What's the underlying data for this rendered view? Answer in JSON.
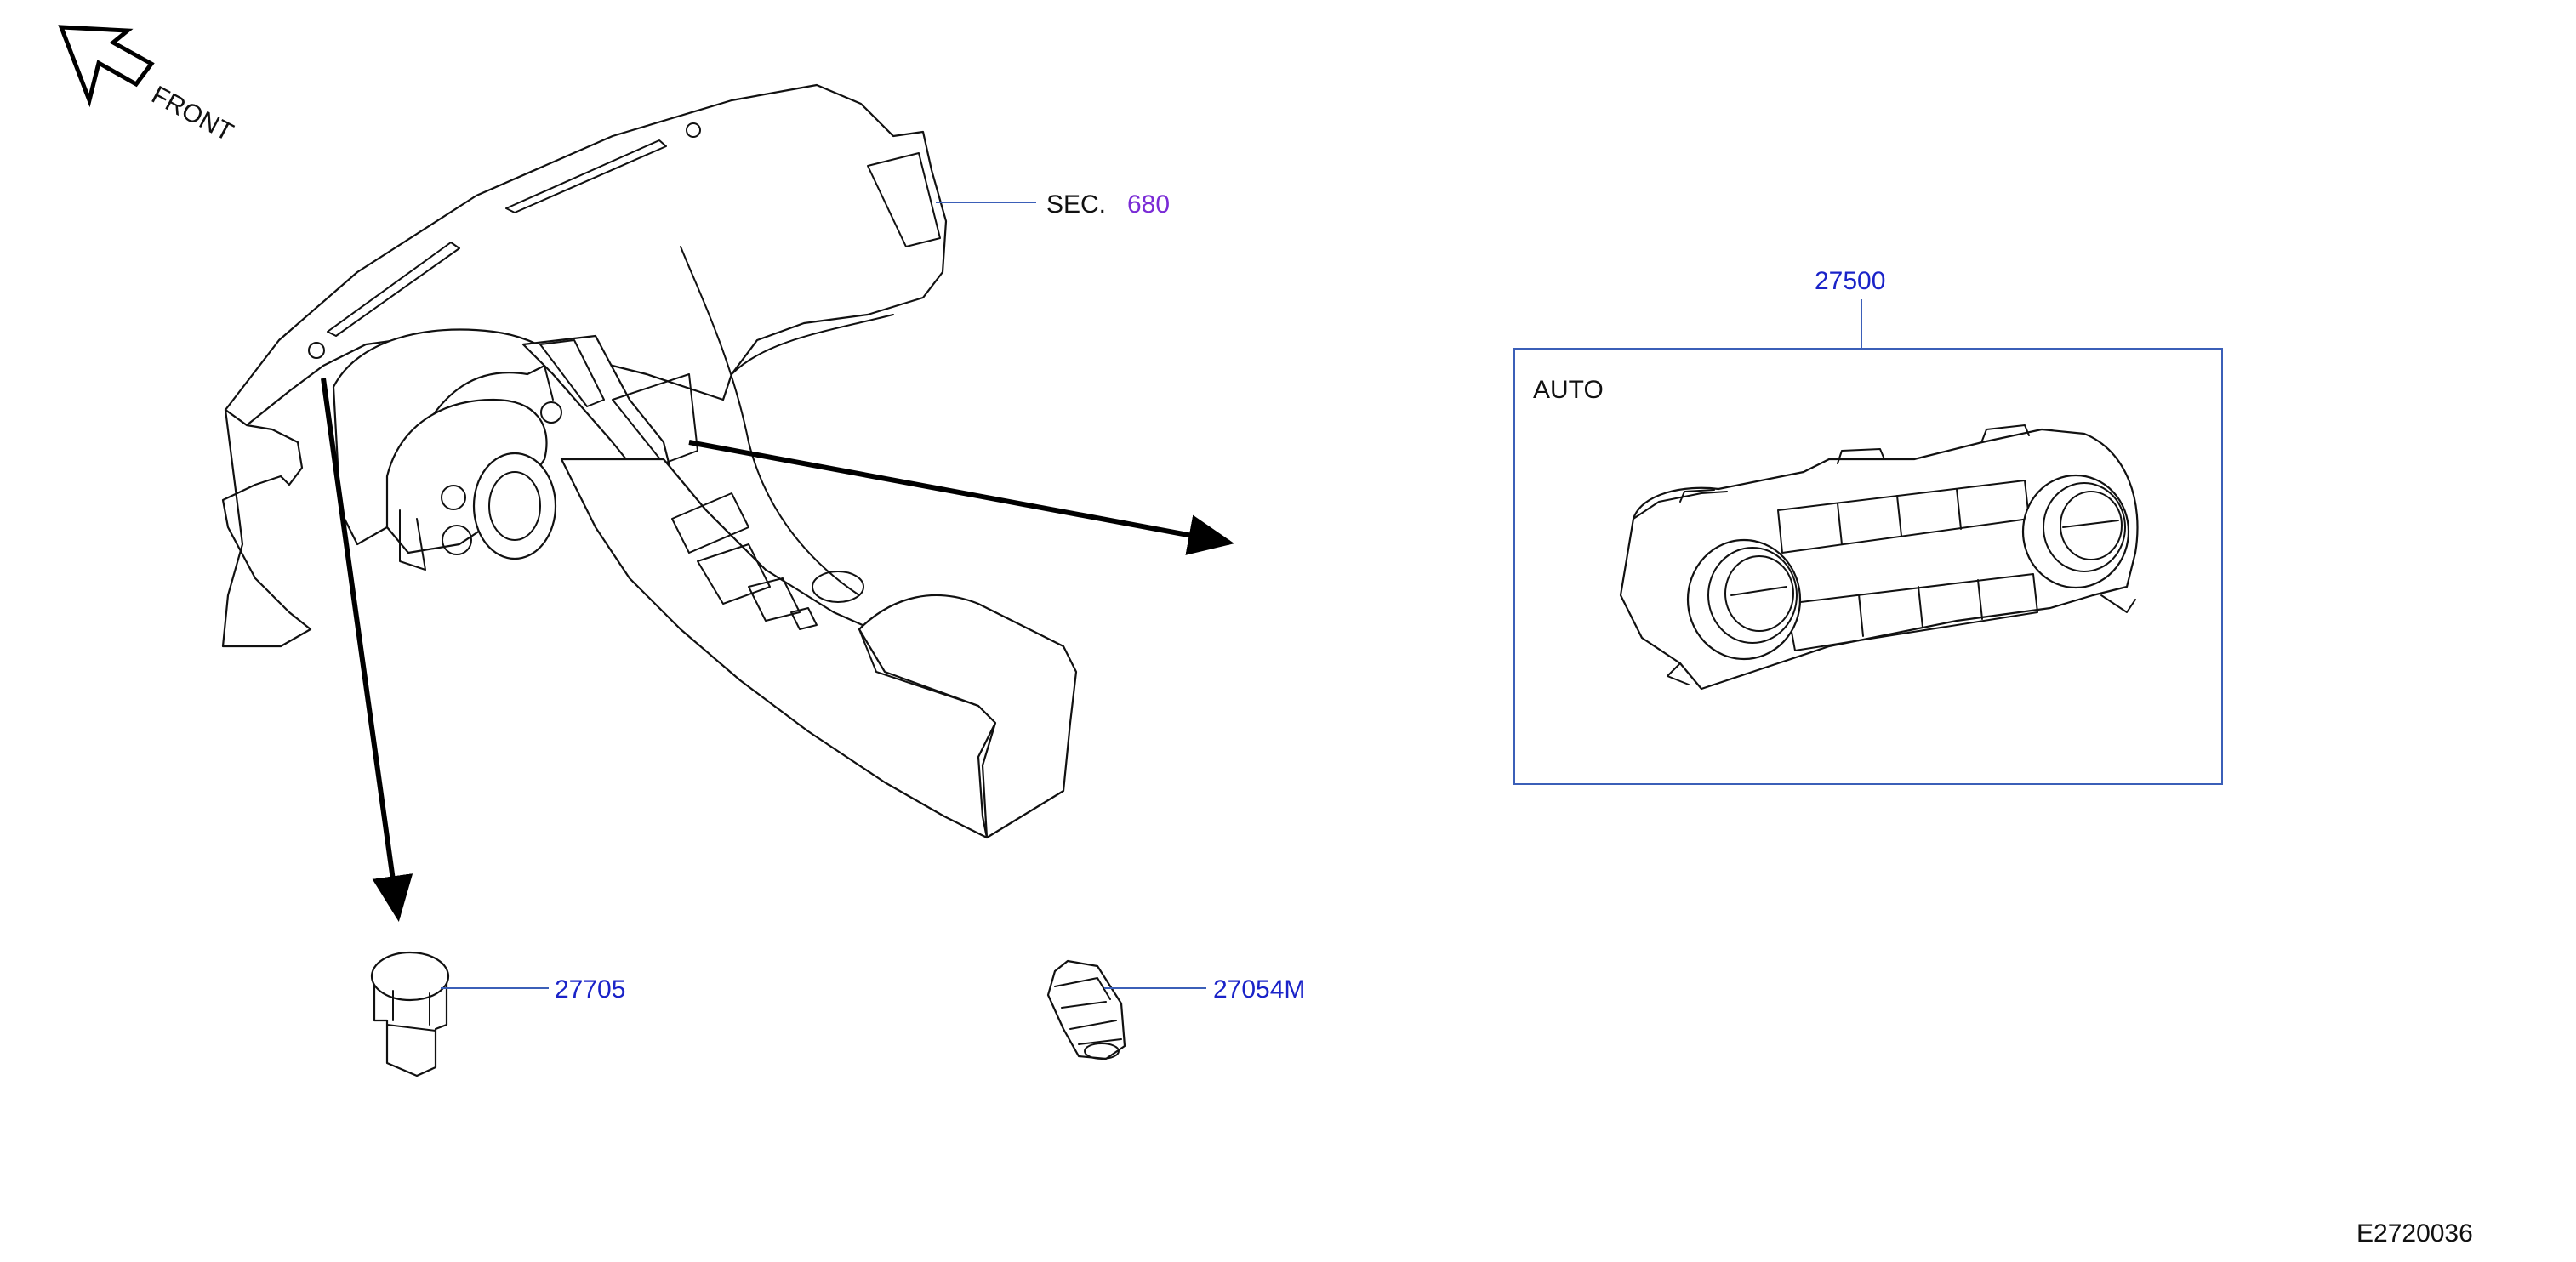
{
  "front_label": "FRONT",
  "sec": {
    "prefix": "SEC.",
    "number": "680"
  },
  "parts": [
    {
      "number": "27500"
    },
    {
      "number": "27705"
    },
    {
      "number": "27054M"
    }
  ],
  "auto_label": "AUTO",
  "diagram_code": "E2720036",
  "colors": {
    "part_link": "#1a23c8",
    "section_link": "#7a2bd6",
    "leader": "#3b5fb8"
  },
  "icons": [
    "front-direction-arrow-icon"
  ]
}
